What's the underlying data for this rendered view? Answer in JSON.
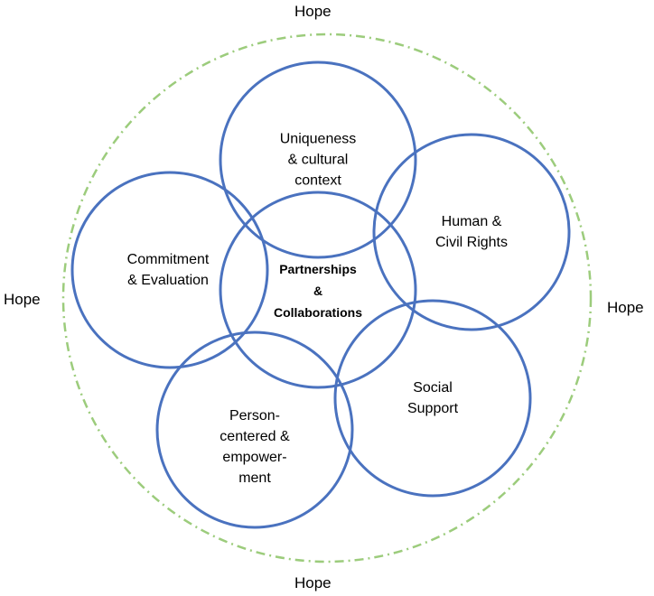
{
  "hope": {
    "top": "Hope",
    "bottom": "Hope",
    "left": "Hope",
    "right": "Hope"
  },
  "circles": {
    "uniqueness": "Uniqueness\n& cultural\ncontext",
    "human_rights": "Human &\nCivil Rights",
    "commitment": "Commitment\n& Evaluation",
    "center": "Partnerships\n&\nCollaborations",
    "social_support": "Social\nSupport",
    "person_centered": "Person-\ncentered &\nempower-\nment"
  },
  "colors": {
    "circle_stroke": "#4a72bf",
    "outer_ring": "#9ccc7c",
    "text": "#000000"
  }
}
